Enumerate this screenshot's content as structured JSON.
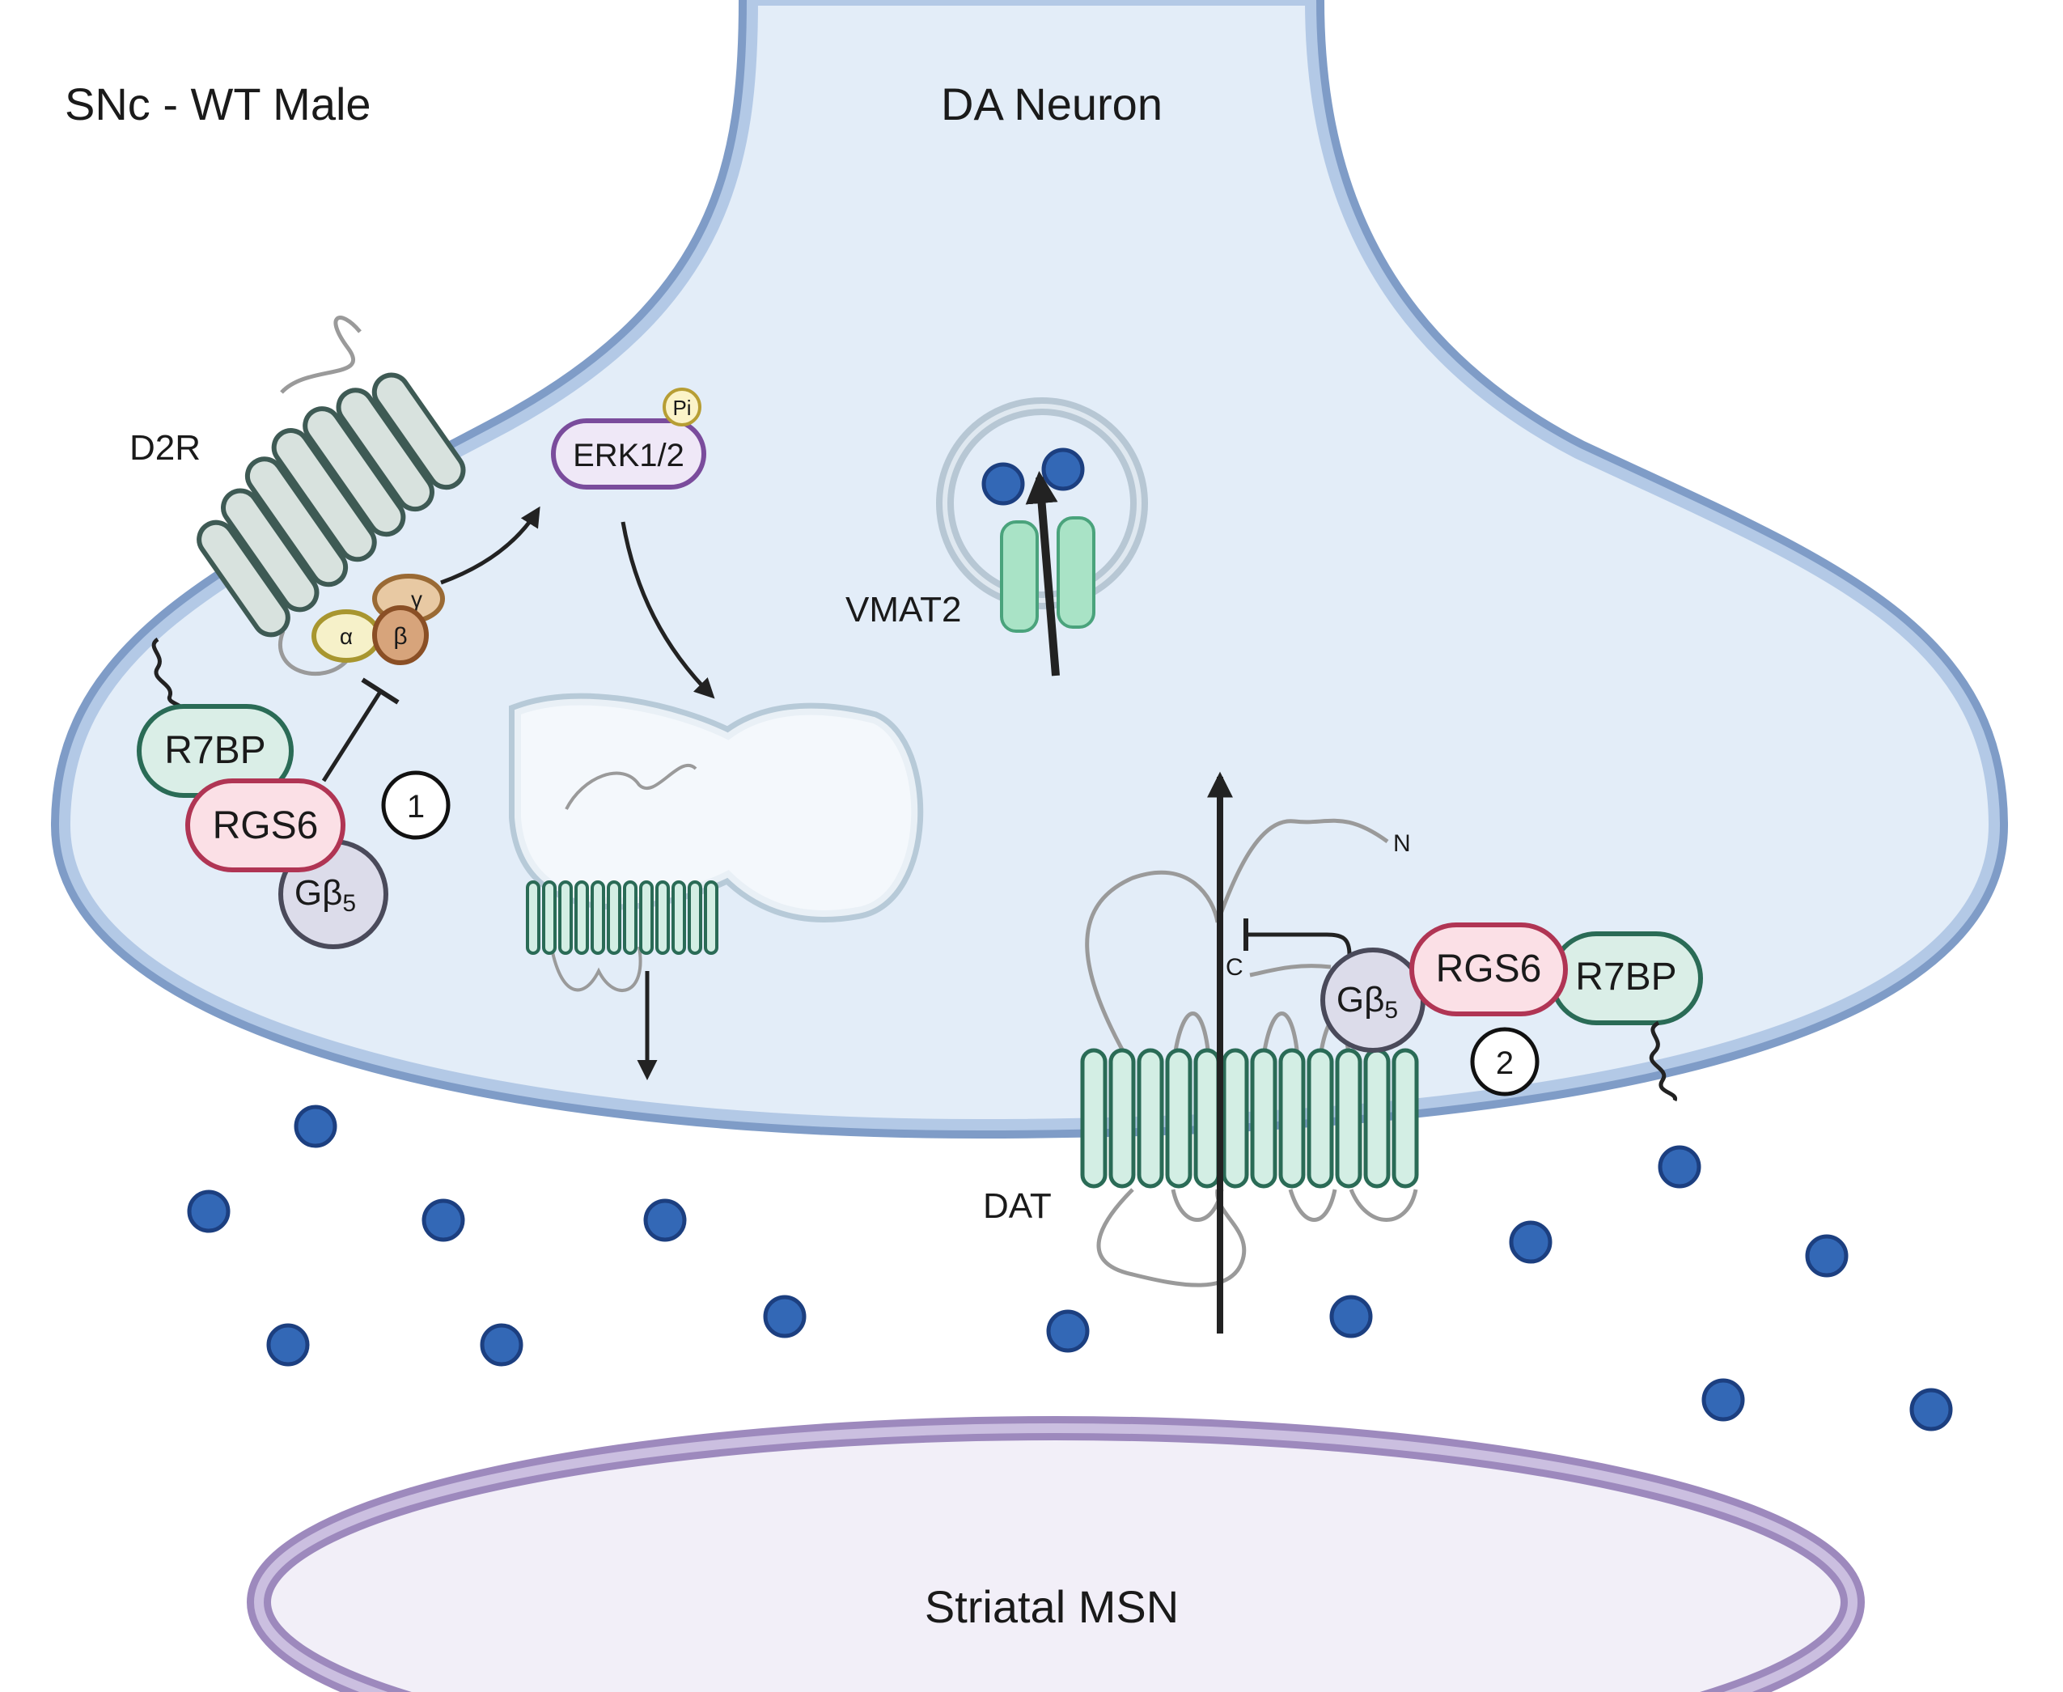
{
  "labels": {
    "region": "SNc - WT Male",
    "neuron": "DA Neuron",
    "msn": "Striatal MSN",
    "d2r": "D2R",
    "vmat2": "VMAT2",
    "dat": "DAT",
    "erk": "ERK1/2",
    "pi": "Pi",
    "r7bp_left": "R7BP",
    "rgs6_left": "RGS6",
    "gb5_left": "Gβ",
    "gb5_left_sub": "5",
    "r7bp_right": "R7BP",
    "rgs6_right": "RGS6",
    "gb5_right": "Gβ",
    "gb5_right_sub": "5",
    "alpha": "α",
    "beta": "β",
    "gamma": "γ",
    "num1": "1",
    "num2": "2",
    "n_term": "N",
    "c_term": "C"
  },
  "colors": {
    "membrane": "#7f9cc7",
    "cytoplasm": "#e3edf8",
    "dopamine": "#3368b6",
    "transporter": "#d3eee4",
    "rgs6_fill": "#fbe0e6",
    "r7bp_fill": "#daeee7",
    "gb5_fill": "#dcdcea",
    "msn_fill": "#f2eff8"
  }
}
